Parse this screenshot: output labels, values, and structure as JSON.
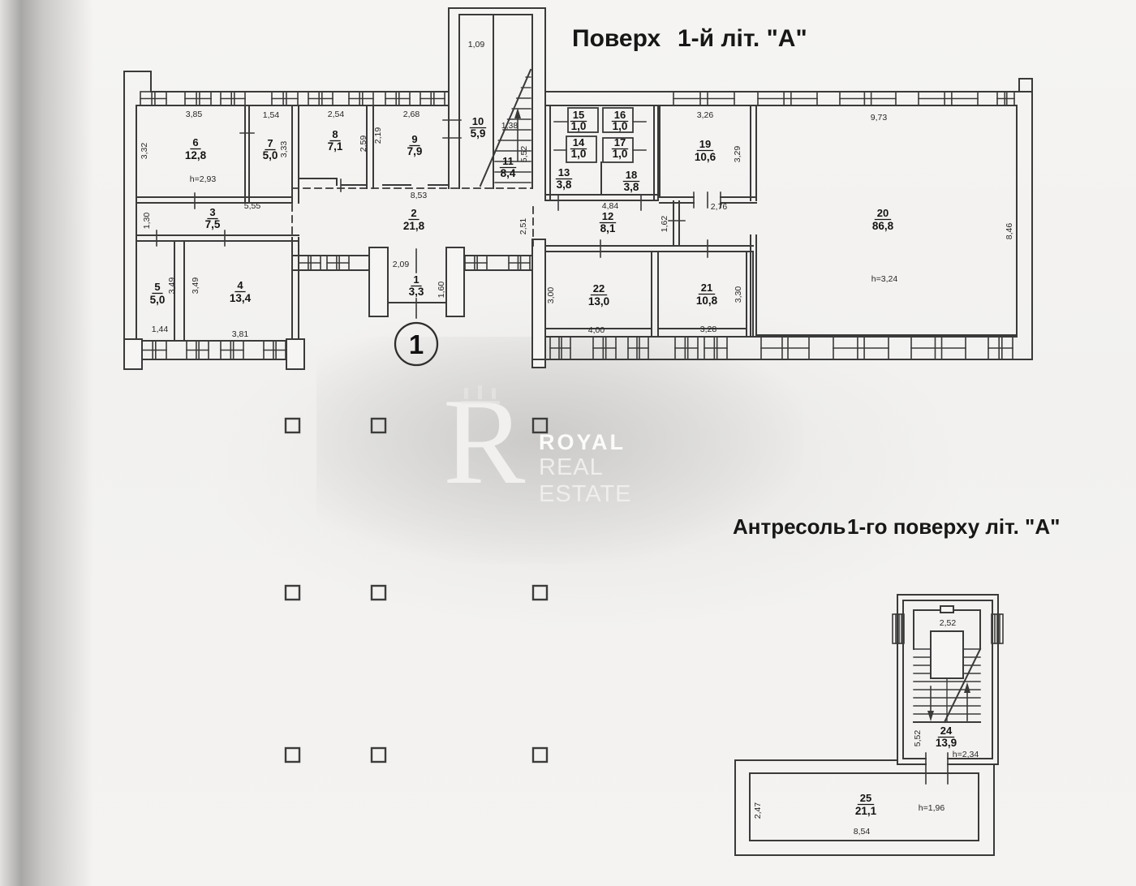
{
  "page": {
    "floor_title": {
      "word": "Поверх",
      "ref": "1-й літ. \"А\""
    },
    "mezzanine_title": {
      "word": "Антресоль",
      "ref": "1-го поверху літ. \"А\""
    },
    "entrance_marker": "1",
    "watermark": {
      "logo_letter": "R",
      "brand_line1": "ROYAL",
      "brand_line2": "REAL ESTATE"
    }
  },
  "floor_plan": {
    "rooms": {
      "r1": {
        "number": "1",
        "area": "3,3"
      },
      "r2": {
        "number": "2",
        "area": "21,8"
      },
      "r3": {
        "number": "3",
        "area": "7,5"
      },
      "r4": {
        "number": "4",
        "area": "13,4"
      },
      "r5": {
        "number": "5",
        "area": "5,0"
      },
      "r6": {
        "number": "6",
        "area": "12,8",
        "height": "h=2,93"
      },
      "r7": {
        "number": "7",
        "area": "5,0"
      },
      "r8": {
        "number": "8",
        "area": "7,1"
      },
      "r9": {
        "number": "9",
        "area": "7,9"
      },
      "r10": {
        "number": "10",
        "area": "5,9"
      },
      "r11": {
        "number": "11",
        "area": "8,4"
      },
      "r12": {
        "number": "12",
        "area": "8,1"
      },
      "r13": {
        "number": "13",
        "area": "3,8"
      },
      "r14": {
        "number": "14",
        "area": "1,0"
      },
      "r15": {
        "number": "15",
        "area": "1,0"
      },
      "r16": {
        "number": "16",
        "area": "1,0"
      },
      "r17": {
        "number": "17",
        "area": "1,0"
      },
      "r18": {
        "number": "18",
        "area": "3,8"
      },
      "r19": {
        "number": "19",
        "area": "10,6"
      },
      "r20": {
        "number": "20",
        "area": "86,8",
        "height": "h=3,24"
      },
      "r21": {
        "number": "21",
        "area": "10,8"
      },
      "r22": {
        "number": "22",
        "area": "13,0"
      }
    },
    "dims": {
      "shaft_w": "1,09",
      "stair_w": "1,38",
      "stair_len": "5,52",
      "r6_top": "3,85",
      "r6_left": "3,32",
      "r7_top": "1,54",
      "r7_right": "3,33",
      "r8_top": "2,54",
      "r8_right": "2,59",
      "wall_8_9": "2,19",
      "r9_top": "2,68",
      "r3_len": "5,55",
      "r3_left": "1,30",
      "r5_right": "3,49",
      "r4_left": "3,49",
      "r5_bottom": "1,44",
      "r4_bottom": "3,81",
      "r2_len": "8,53",
      "r2_w": "2,51",
      "r1_top": "2,09",
      "r1_right": "1,60",
      "block_bottom": "4,84",
      "passage": "1,62",
      "r19_top": "3,26",
      "r19_right": "3,29",
      "r19_door": "2,76",
      "r20_top": "9,73",
      "r20_right": "8,46",
      "r22_left": "3,00",
      "r22_bottom": "4,00",
      "r21_right": "3,30",
      "r21_bottom": "3,28"
    }
  },
  "mezzanine_plan": {
    "rooms": {
      "r24": {
        "number": "24",
        "area": "13,9",
        "height": "h=2,34"
      },
      "r25": {
        "number": "25",
        "area": "21,1",
        "height": "h=1,96"
      }
    },
    "dims": {
      "landing_w": "2,52",
      "stair_len": "5,52",
      "r25_left": "2,47",
      "r25_bottom": "8,54"
    }
  }
}
